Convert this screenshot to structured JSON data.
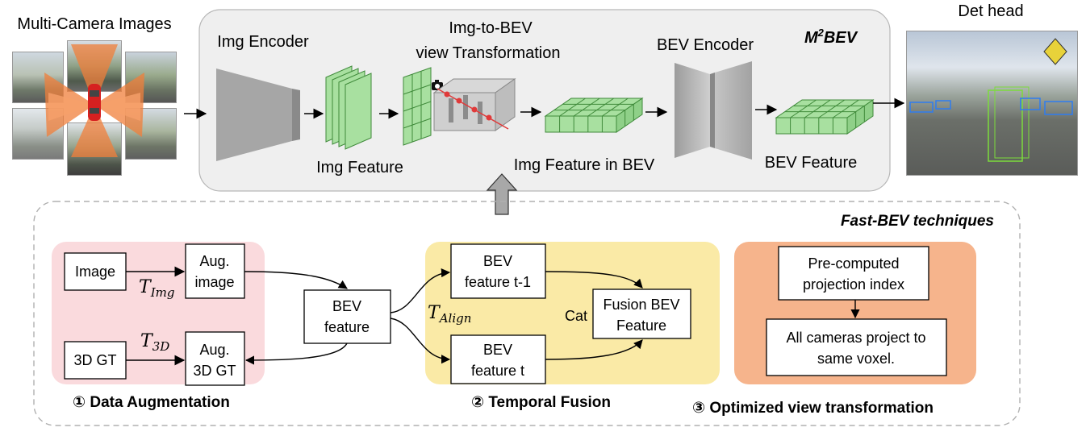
{
  "top": {
    "multi_camera_title": "Multi-Camera Images",
    "det_head_title": "Det head",
    "img_encoder": "Img Encoder",
    "img_feature": "Img Feature",
    "img_to_bev_line1": "Img-to-BEV",
    "img_to_bev_line2": "view Transformation",
    "img_feature_in_bev": "Img Feature in BEV",
    "bev_encoder": "BEV Encoder",
    "bev_feature": "BEV Feature",
    "model_name_base": "M",
    "model_name_sup": "2",
    "model_name_end": "BEV"
  },
  "bottom": {
    "section_title": "Fast-BEV techniques",
    "aug": {
      "image": "Image",
      "aug_image_1": "Aug.",
      "aug_image_2": "image",
      "gt": "3D GT",
      "aug_gt_1": "Aug.",
      "aug_gt_2": "3D GT",
      "t_img_base": "T",
      "t_img_sub": "Img",
      "t_3d_base": "T",
      "t_3d_sub": "3D",
      "caption": "① Data Augmentation"
    },
    "bev_feature_1": "BEV",
    "bev_feature_2": "feature",
    "temporal": {
      "prev_1": "BEV",
      "prev_2": "feature t-1",
      "cur_1": "BEV",
      "cur_2": "feature t",
      "fusion_1": "Fusion BEV",
      "fusion_2": "Feature",
      "cat": "Cat",
      "t_align_base": "T",
      "t_align_sub": "Align",
      "caption": "② Temporal Fusion"
    },
    "optimized": {
      "box1_1": "Pre-computed",
      "box1_2": "projection index",
      "box2_1": "All cameras project to",
      "box2_2": "same voxel.",
      "caption": "③ Optimized view transformation"
    }
  },
  "colors": {
    "aug_panel": "#fadadd",
    "temporal_panel": "#faeaa6",
    "optimized_panel": "#f6b48c",
    "green_feature": "#a8e0a0",
    "top_panel": "#efefef"
  }
}
